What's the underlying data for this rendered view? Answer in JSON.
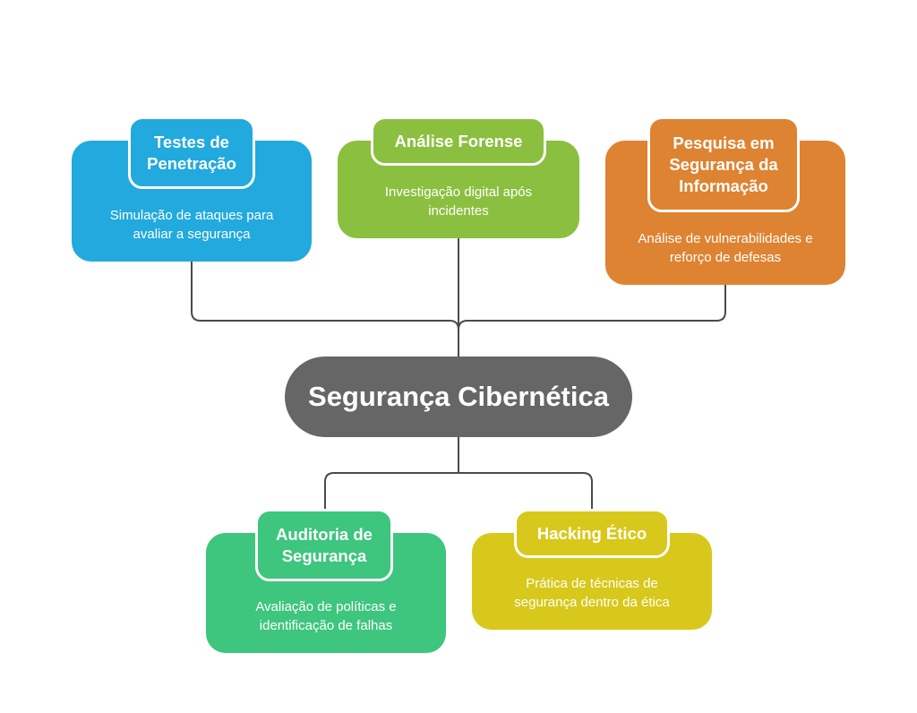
{
  "center": {
    "label": "Segurança Cibernética"
  },
  "nodes": [
    {
      "id": "testes",
      "title_lines": [
        "Testes de",
        "Penetração"
      ],
      "desc_lines": [
        "Simulação de ataques para",
        "avaliar a segurança"
      ],
      "color": "#22a9dd"
    },
    {
      "id": "forense",
      "title_lines": [
        "Análise Forense"
      ],
      "desc_lines": [
        "Investigação digital após",
        "incidentes"
      ],
      "color": "#8bbf3f"
    },
    {
      "id": "pesquisa",
      "title_lines": [
        "Pesquisa em",
        "Segurança da",
        "Informação"
      ],
      "desc_lines": [
        "Análise de vulnerabilidades e",
        "reforço de defesas"
      ],
      "color": "#de8332"
    },
    {
      "id": "auditoria",
      "title_lines": [
        "Auditoria de",
        "Segurança"
      ],
      "desc_lines": [
        "Avaliação de políticas e",
        "identificação de falhas"
      ],
      "color": "#3ec57e"
    },
    {
      "id": "hacking",
      "title_lines": [
        "Hacking Ético"
      ],
      "desc_lines": [
        "Prática de técnicas de",
        "segurança dentro da ética"
      ],
      "color": "#d8c81b"
    }
  ],
  "colors": {
    "connector": "#4a4a4a",
    "center": "#666666"
  }
}
